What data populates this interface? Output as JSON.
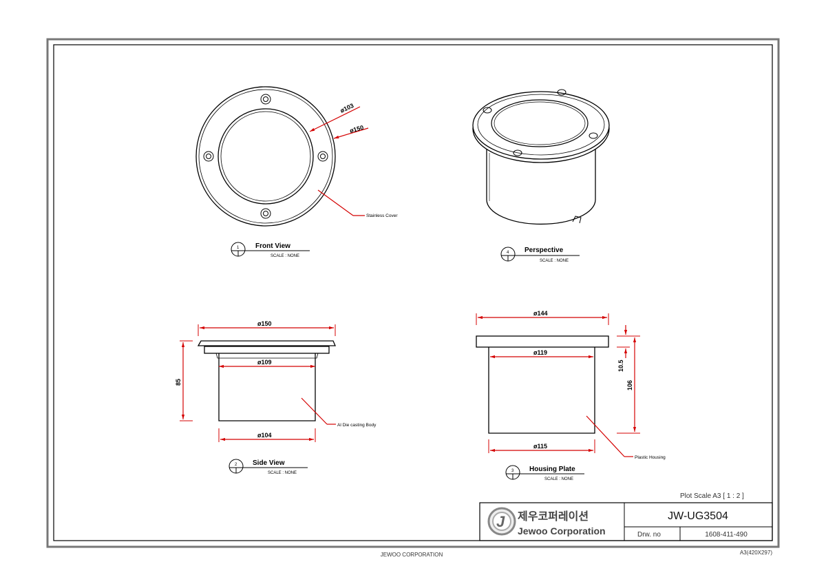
{
  "front_view": {
    "number": "1",
    "title": "Front View",
    "scale": "SCALE : NONE",
    "dim_inner": "ø103",
    "dim_outer": "ø150",
    "callout": "Stainless Cover"
  },
  "perspective": {
    "number": "4",
    "title": "Perspective",
    "scale": "SCALE : NONE"
  },
  "side_view": {
    "number": "2",
    "title": "Side View",
    "scale": "SCALE : NONE",
    "dim_top": "ø150",
    "dim_mid": "ø109",
    "dim_bottom": "ø104",
    "dim_height": "85",
    "callout": "Al Die casting Body"
  },
  "housing_plate": {
    "number": "3",
    "title": "Housing Plate",
    "scale": "SCALE : NONE",
    "dim_top": "ø144",
    "dim_mid": "ø119",
    "dim_bottom": "ø115",
    "dim_flange": "10.5",
    "dim_height": "106",
    "callout": "Plastic Housing"
  },
  "title_block": {
    "plot_scale": "Plot Scale   A3 [ 1 : 2 ]",
    "company_kr": "제우코퍼레이션",
    "company_en": "Jewoo Corporation",
    "model": "JW-UG3504",
    "drw_label": "Drw. no",
    "drw_number": "1608-411-490"
  },
  "footer": {
    "company": "JEWOO CORPORATION",
    "paper": "A3(420X297)"
  },
  "colors": {
    "dimension": "#d40000",
    "line": "#000000",
    "frame": "#777777"
  }
}
